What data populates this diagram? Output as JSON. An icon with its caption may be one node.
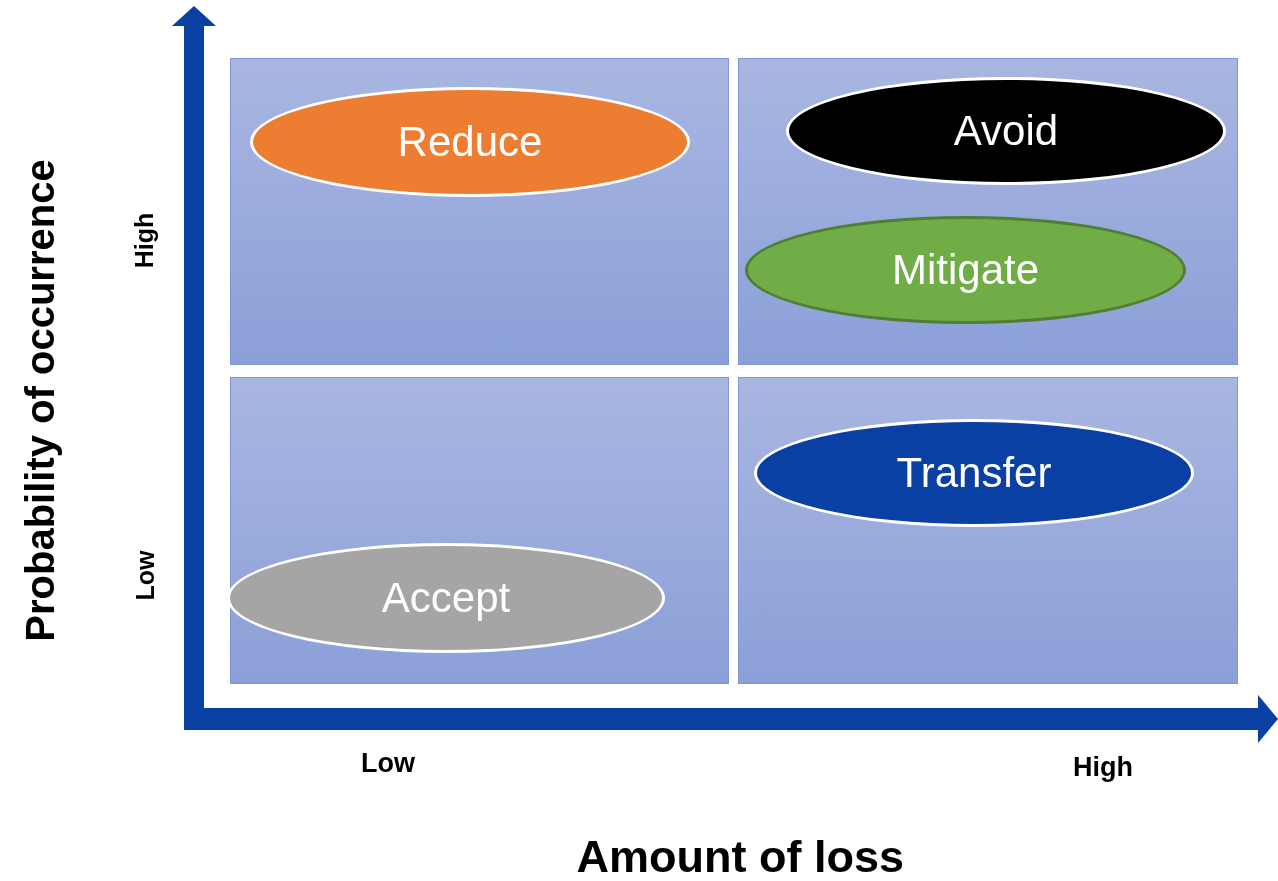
{
  "diagram": {
    "nodes": [
      {
        "text": [],
        "shape": "box"
      },
      {
        "text": [],
        "shape": "box"
      },
      {
        "text": [],
        "shape": "box"
      },
      {
        "text": [],
        "shape": "box"
      },
      {
        "text": [
          "Reduce"
        ],
        "in": 0
      },
      {
        "text": [
          "Avoid"
        ],
        "in": 1
      },
      {
        "text": [
          "Mitigate"
        ],
        "in": 1
      },
      {
        "text": [
          "Accept"
        ],
        "in": 2
      },
      {
        "text": [
          "Transfer"
        ],
        "in": 3
      }
    ],
    "edges": [],
    "labels": [
      "Probability of occurrence",
      "High",
      "Low",
      "Low",
      "High",
      "Amount of loss"
    ]
  }
}
